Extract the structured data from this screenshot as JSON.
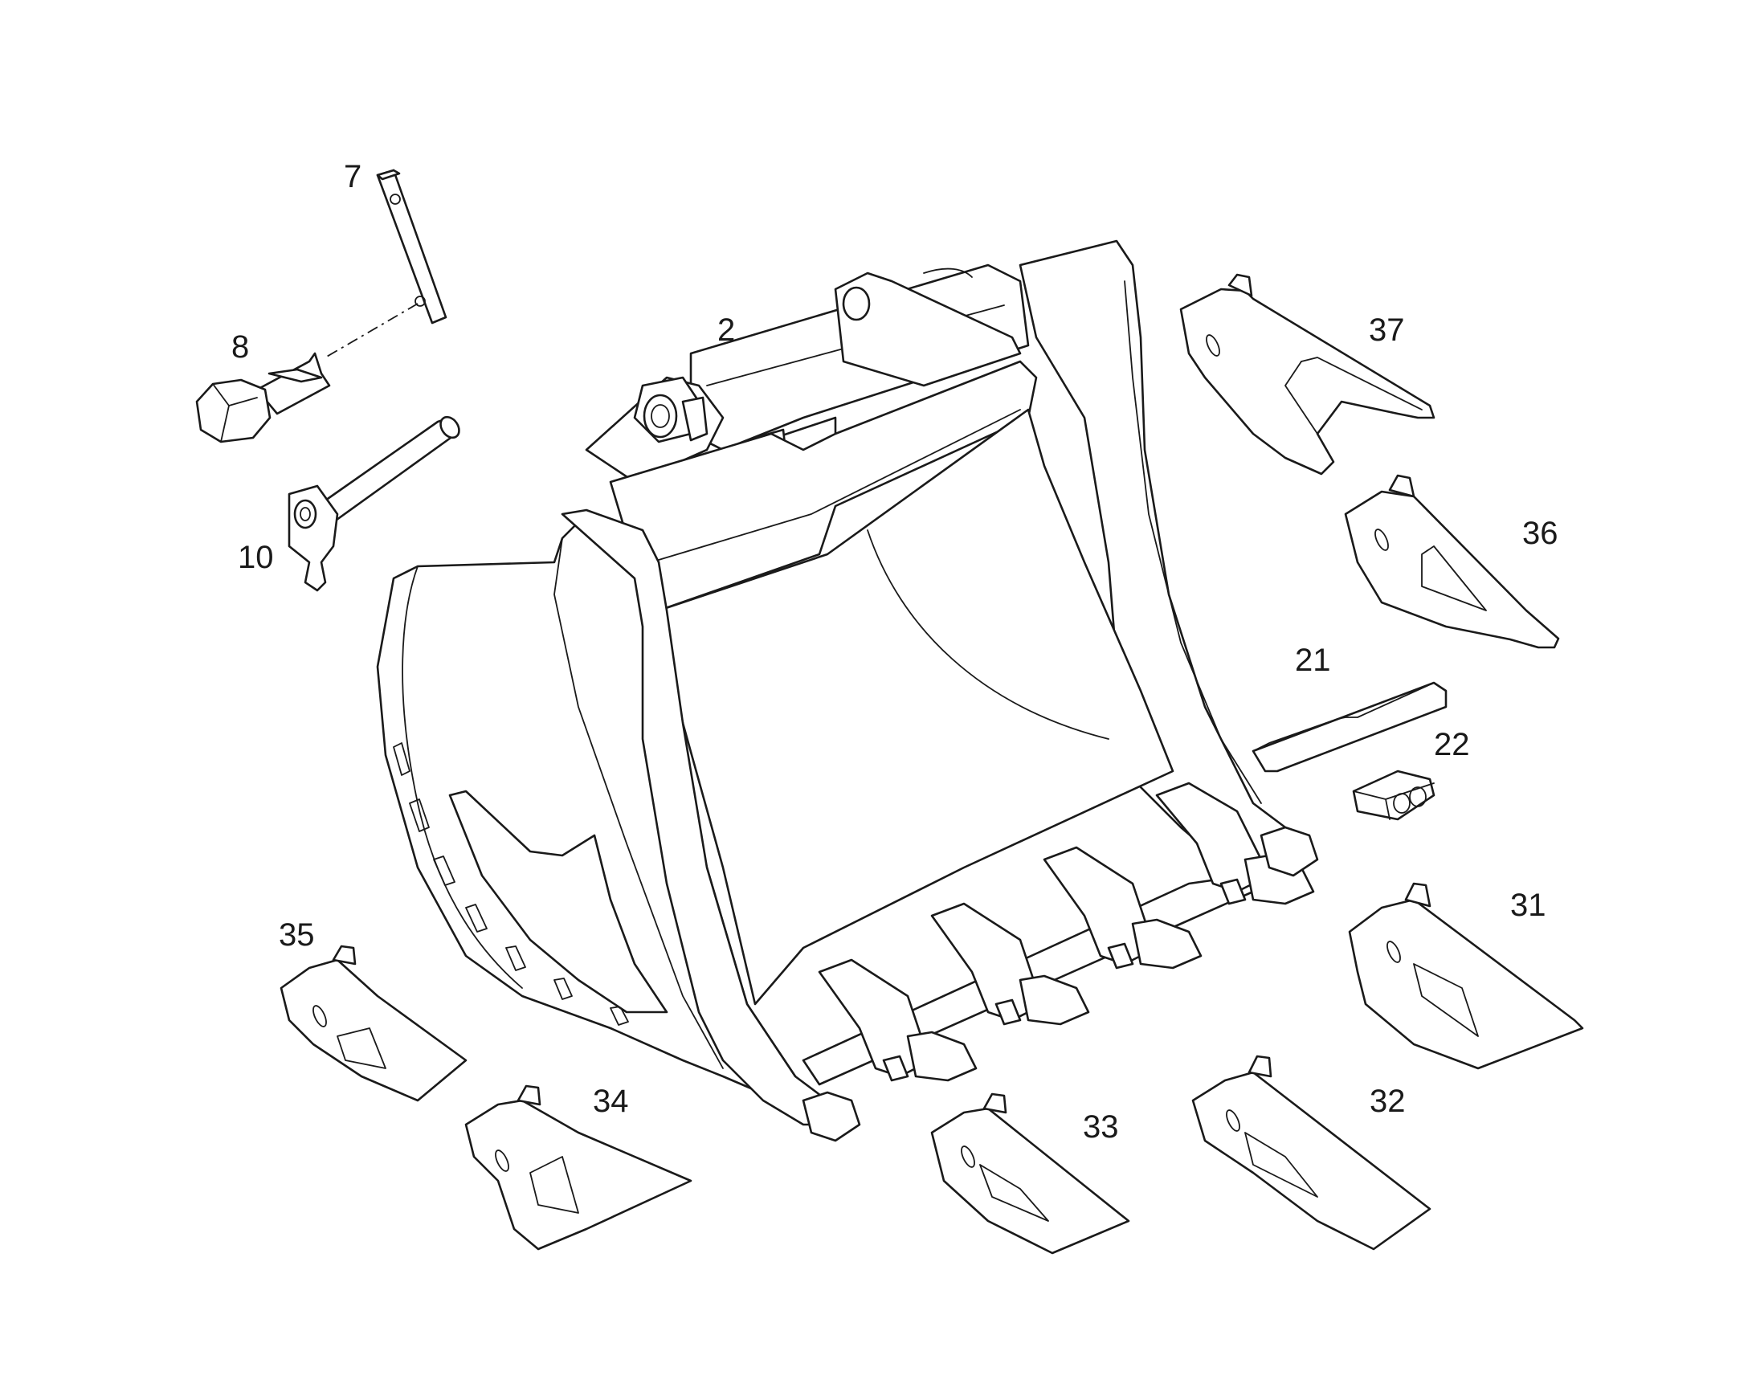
{
  "callouts": {
    "c2": "2",
    "c7": "7",
    "c8": "8",
    "c10": "10",
    "c21": "21",
    "c22": "22",
    "c31": "31",
    "c32": "32",
    "c33": "33",
    "c34": "34",
    "c35": "35",
    "c36": "36",
    "c37": "37"
  }
}
